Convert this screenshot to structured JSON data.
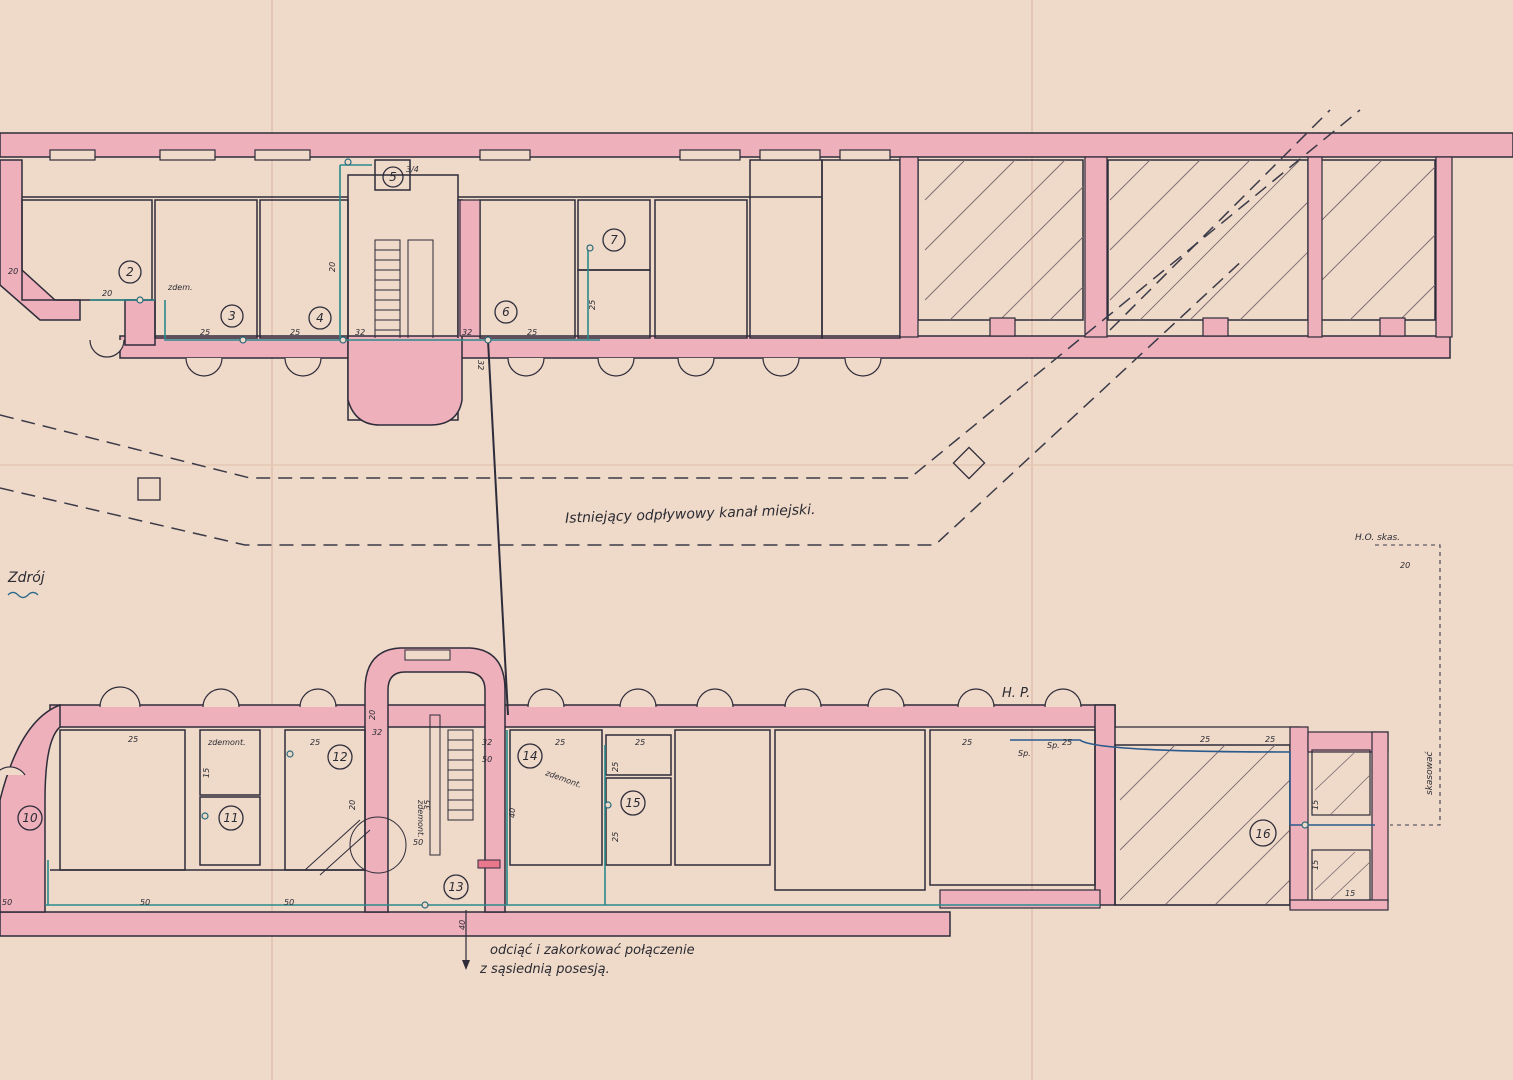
{
  "colors": {
    "paper": "#efd9c8",
    "wall": "#eeb0bb",
    "line": "#2e2c3a",
    "pipe": "#2a8a8c",
    "canal": "#3a3a48"
  },
  "rooms": [
    {
      "number": "2"
    },
    {
      "number": "3"
    },
    {
      "number": "4"
    },
    {
      "number": "5"
    },
    {
      "number": "6"
    },
    {
      "number": "7"
    },
    {
      "number": "10"
    },
    {
      "number": "11"
    },
    {
      "number": "12"
    },
    {
      "number": "13"
    },
    {
      "number": "14"
    },
    {
      "number": "15"
    },
    {
      "number": "16"
    }
  ],
  "labels": {
    "canal": "Istniejący odpływowy kanał miejski.",
    "zdroj": "Zdrój",
    "hp": "H. P.",
    "ho": "H.O. skas.",
    "skasowac": "skasować",
    "note_line1": "odciąć i zakorkować połączenie",
    "note_line2": "z sąsiednią posesją."
  },
  "dimensions": {
    "d20": "20",
    "d25": "25",
    "d32": "32",
    "d50": "50",
    "d40": "40",
    "d15": "15",
    "d35": "35",
    "zdem": "zdem.",
    "zdemont": "zdemont.",
    "sp": "Sp.",
    "r5_note": "3/4"
  }
}
